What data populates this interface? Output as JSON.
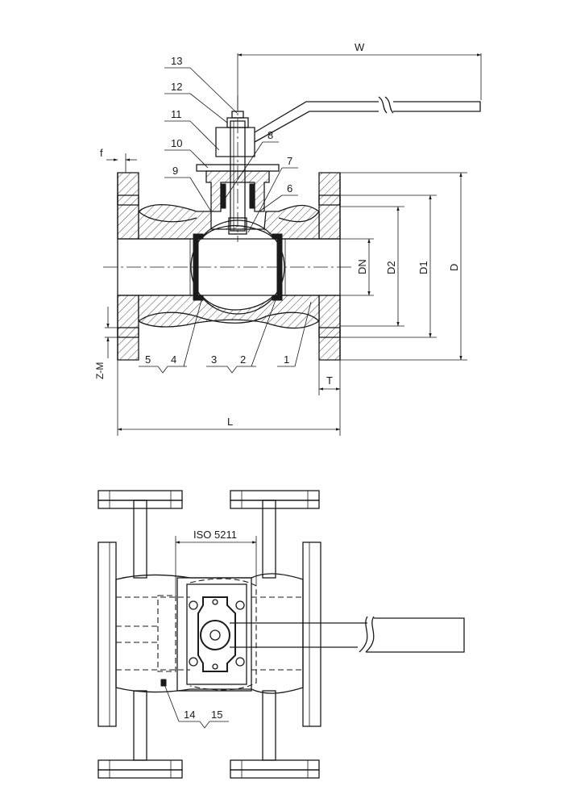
{
  "section_view": {
    "part_labels": [
      "1",
      "2",
      "3",
      "4",
      "5",
      "6",
      "7",
      "8",
      "9",
      "10",
      "11",
      "12",
      "13"
    ],
    "dimension_labels": {
      "w": "W",
      "l": "L",
      "d": "D",
      "d1": "D1",
      "d2": "D2",
      "dn": "DN",
      "t": "T",
      "f": "f",
      "zm": "Z-M"
    }
  },
  "top_view": {
    "iso_label": "ISO 5211",
    "part_labels": [
      "14",
      "15"
    ]
  }
}
